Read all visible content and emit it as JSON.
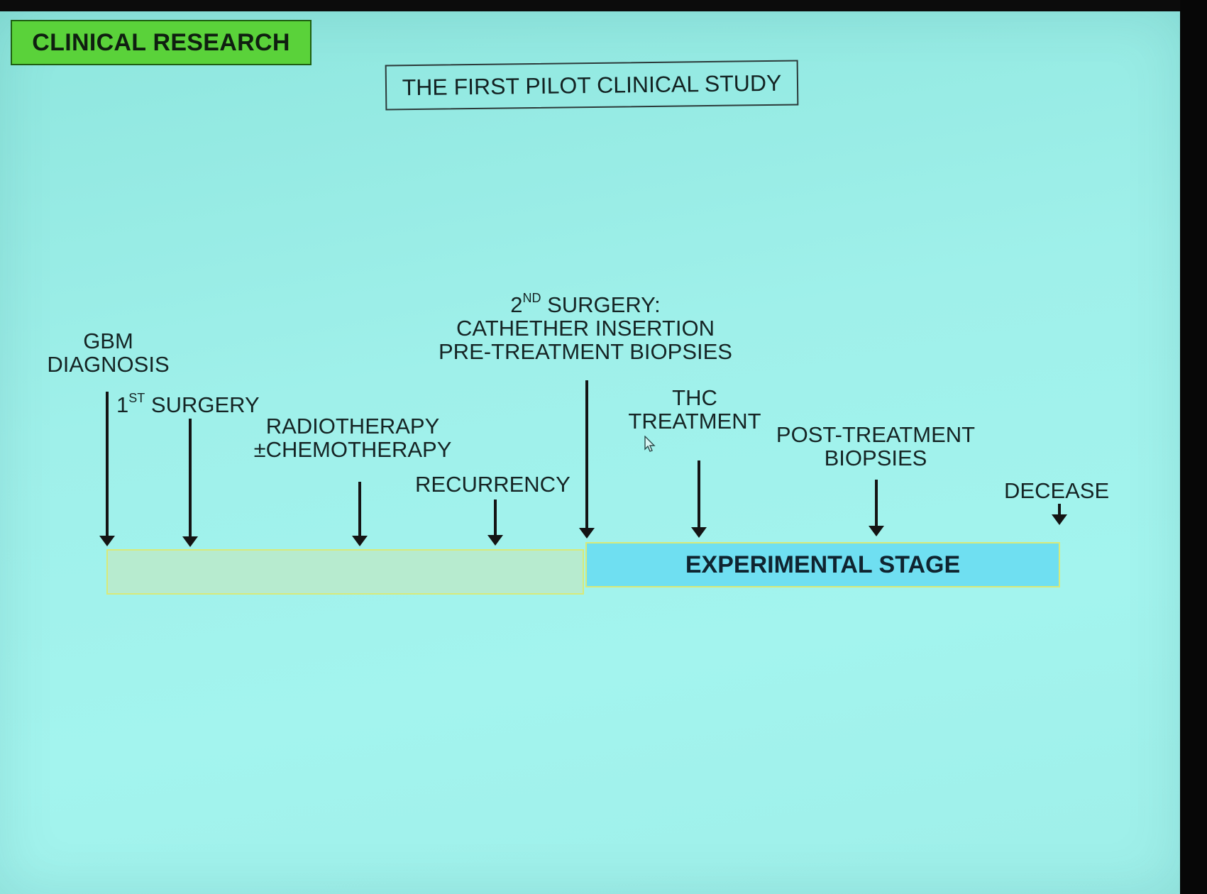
{
  "header": {
    "category_tag": "CLINICAL RESEARCH",
    "title": "THE FIRST PILOT CLINICAL STUDY"
  },
  "timeline": {
    "events": [
      {
        "id": "gbm-diagnosis",
        "lines": [
          "GBM",
          "DIAGNOSIS"
        ]
      },
      {
        "id": "first-surgery",
        "lines": [
          "1ST SURGERY"
        ]
      },
      {
        "id": "radiotherapy",
        "lines": [
          "RADIOTHERAPY",
          "±CHEMOTHERAPY"
        ]
      },
      {
        "id": "recurrency",
        "lines": [
          "RECURRENCY"
        ]
      },
      {
        "id": "second-surgery",
        "lines": [
          "2ND SURGERY:",
          "CATHETHER INSERTION",
          "PRE-TREATMENT BIOPSIES"
        ]
      },
      {
        "id": "thc-treatment",
        "lines": [
          "THC",
          "TREATMENT"
        ]
      },
      {
        "id": "post-treatment-biopsies",
        "lines": [
          "POST-TREATMENT",
          "BIOPSIES"
        ]
      },
      {
        "id": "decease",
        "lines": [
          "DECEASE"
        ]
      }
    ],
    "stages": {
      "experimental": "EXPERIMENTAL STAGE"
    }
  },
  "labels": {
    "gbm_1": "GBM",
    "gbm_2": "DIAGNOSIS",
    "surg1_num": "1",
    "surg1_sup": "ST",
    "surg1_word": "SURGERY",
    "radio_1": "RADIOTHERAPY",
    "radio_2": "±CHEMOTHERAPY",
    "recurrency": "RECURRENCY",
    "surg2_num": "2",
    "surg2_sup": "ND",
    "surg2_word": "SURGERY:",
    "surg2_line2": "CATHETHER INSERTION",
    "surg2_line3": "PRE-TREATMENT BIOPSIES",
    "thc_1": "THC",
    "thc_2": "TREATMENT",
    "post_1": "POST-TREATMENT",
    "post_2": "BIOPSIES",
    "decease": "DECEASE"
  },
  "colors": {
    "slide_bg": "#9ff0ea",
    "tag_green": "#5ad23a",
    "history_bar": "#b7ebcf",
    "experimental_bar": "#6fdff1"
  }
}
